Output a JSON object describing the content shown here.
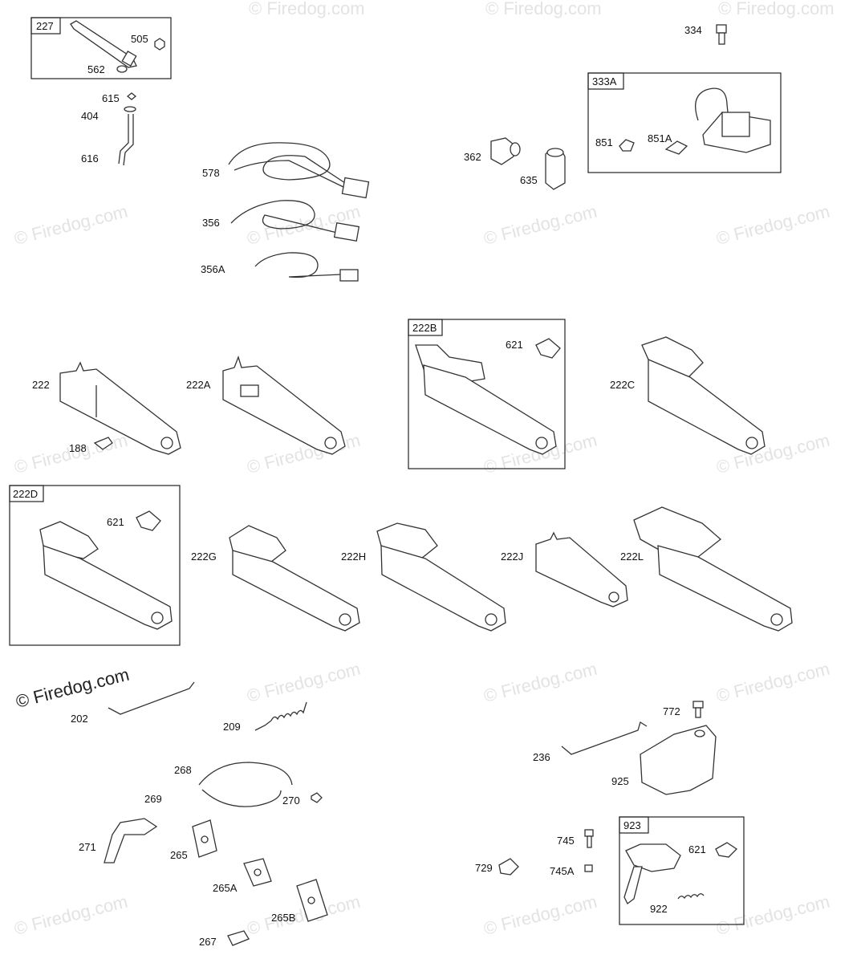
{
  "watermark": "© Firedog.com",
  "callout_boxes": {
    "b227": "227",
    "b333A": "333A",
    "b222B": "222B",
    "b222D": "222D",
    "b923": "923"
  },
  "labels": {
    "l505": "505",
    "l562": "562",
    "l615": "615",
    "l404": "404",
    "l616": "616",
    "l578": "578",
    "l356": "356",
    "l356A": "356A",
    "l362": "362",
    "l635": "635",
    "l334": "334",
    "l851": "851",
    "l851A": "851A",
    "l222": "222",
    "l188": "188",
    "l222A": "222A",
    "l621a": "621",
    "l222C": "222C",
    "l621b": "621",
    "l222G": "222G",
    "l222H": "222H",
    "l222J": "222J",
    "l222L": "222L",
    "l202": "202",
    "l209": "209",
    "l268": "268",
    "l269": "269",
    "l270": "270",
    "l271": "271",
    "l265": "265",
    "l265A": "265A",
    "l265B": "265B",
    "l267": "267",
    "l772": "772",
    "l236": "236",
    "l925": "925",
    "l745": "745",
    "l745A": "745A",
    "l729": "729",
    "l621c": "621",
    "l922": "922"
  }
}
